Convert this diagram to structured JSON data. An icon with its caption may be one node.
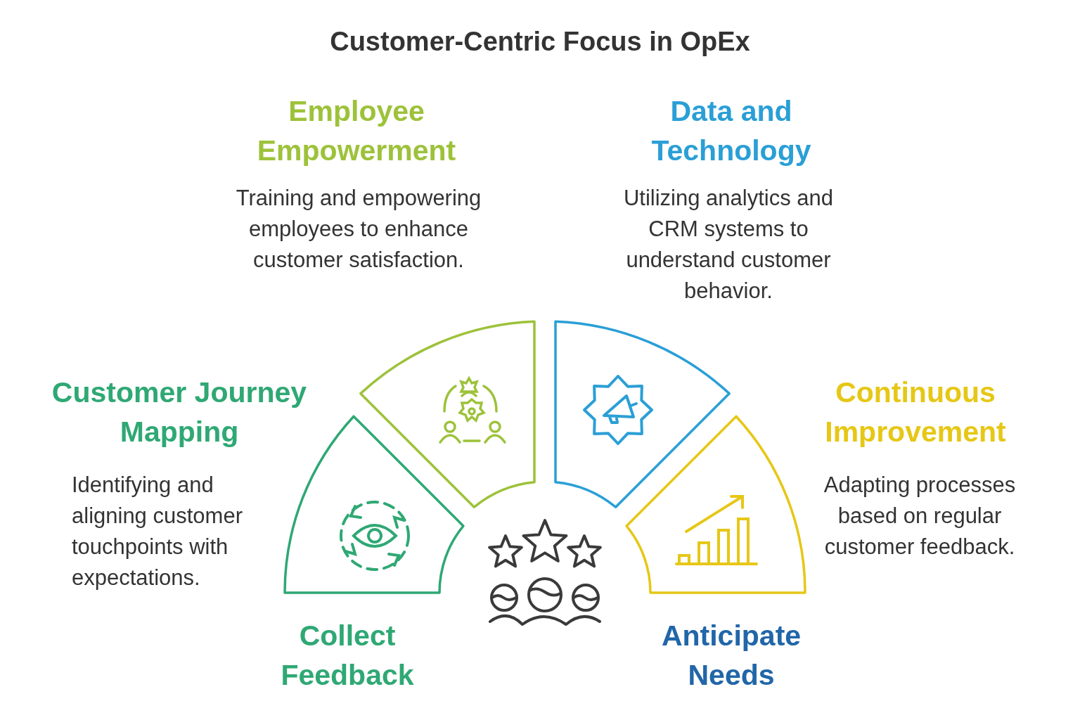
{
  "diagram": {
    "title": "Customer-Centric Focus in OpEx",
    "nodes": [
      {
        "text": [
          "Customer Journey Mapping",
          "Identifying and aligning customer touchpoints with expectations."
        ]
      },
      {
        "text": [
          "Employee Empowerment",
          "Training and empowering employees to enhance customer satisfaction."
        ]
      },
      {
        "text": [
          "Data and Technology",
          "Utilizing analytics and CRM systems to understand customer behavior."
        ]
      },
      {
        "text": [
          "Continuous Improvement",
          "Adapting processes based on regular customer feedback."
        ]
      }
    ],
    "labels": [
      "Collect Feedback",
      "Anticipate Needs"
    ]
  }
}
